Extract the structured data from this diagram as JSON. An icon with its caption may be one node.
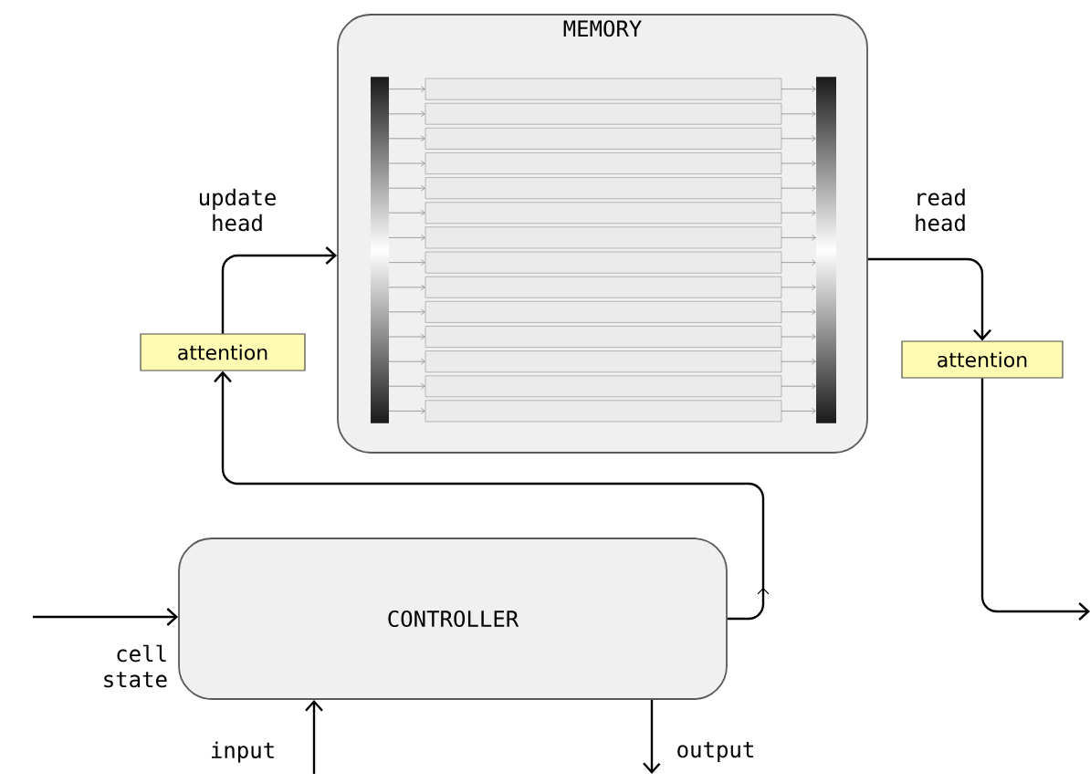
{
  "diagram": {
    "nodes": [
      {
        "text": [
          "MEMORY"
        ]
      },
      {
        "text": [
          "attention"
        ]
      },
      {
        "text": [
          "attention"
        ]
      },
      {
        "text": [
          "CONTROLLER"
        ]
      }
    ],
    "edges": [
      {
        "from": 3,
        "to": 1,
        "arrow": "to"
      },
      {
        "from": 1,
        "to": 0,
        "arrow": "to",
        "label": "update head"
      },
      {
        "from": 0,
        "to": 2,
        "arrow": "to",
        "label": "read head"
      },
      {
        "from": 2,
        "to": null,
        "arrow": "to"
      },
      {
        "from": null,
        "to": 3,
        "arrow": "to",
        "label": "cell state"
      },
      {
        "from": null,
        "to": 3,
        "arrow": "to",
        "label": "input"
      },
      {
        "from": 3,
        "to": null,
        "arrow": "to",
        "label": "output"
      }
    ]
  }
}
